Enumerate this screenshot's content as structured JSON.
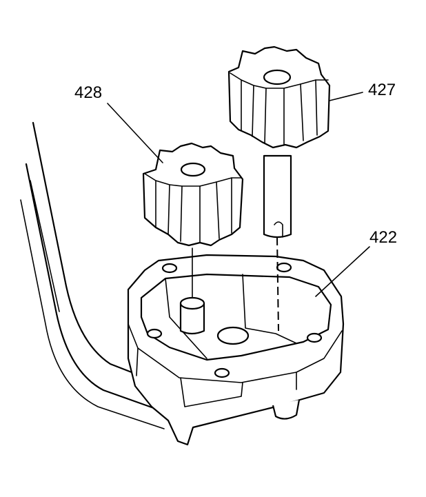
{
  "callouts": [
    {
      "id": "driven-gear",
      "label": "428"
    },
    {
      "id": "drive-gear",
      "label": "427"
    },
    {
      "id": "pump-body",
      "label": "422"
    }
  ],
  "colors": {
    "line": "#000000",
    "background": "#ffffff"
  }
}
